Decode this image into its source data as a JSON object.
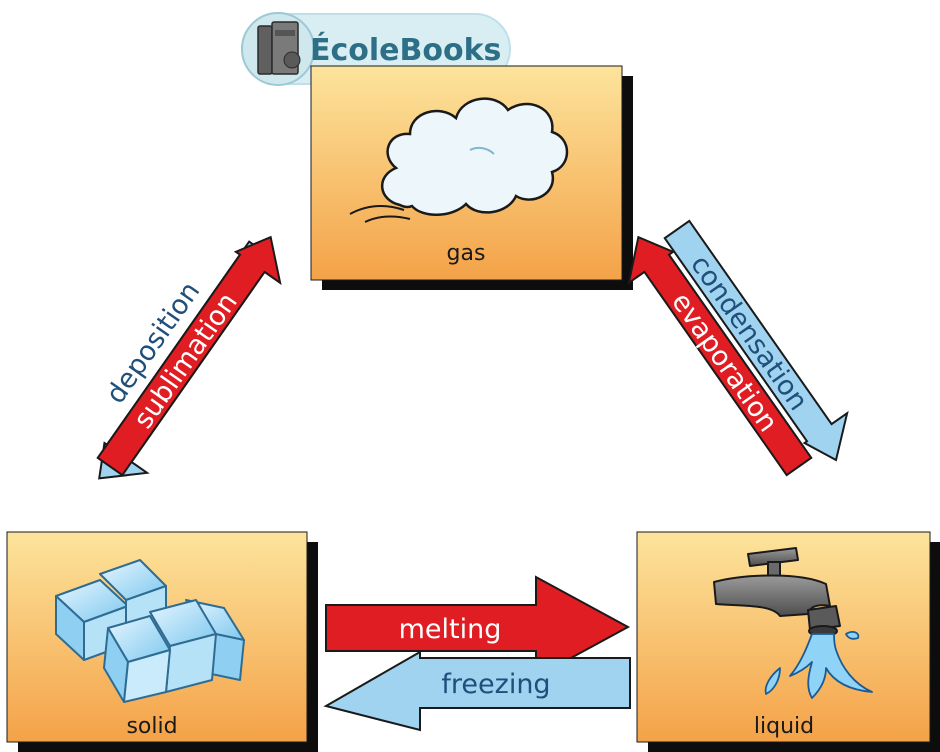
{
  "logo": {
    "text": "ÉcoleBooks"
  },
  "states": {
    "gas": {
      "label": "gas"
    },
    "solid": {
      "label": "solid"
    },
    "liquid": {
      "label": "liquid"
    }
  },
  "processes": {
    "deposition": {
      "label": "deposition"
    },
    "sublimation": {
      "label": "sublimation"
    },
    "condensation": {
      "label": "condensation"
    },
    "evaporation": {
      "label": "evaporation"
    },
    "melting": {
      "label": "melting"
    },
    "freezing": {
      "label": "freezing"
    }
  },
  "colors": {
    "card_top": "#fce49c",
    "card_bottom": "#f4a248",
    "arrow_blue": "#9fd3f0",
    "arrow_red": "#e01d22",
    "shadow": "#111111",
    "label_blue_text": "#1f4f7a",
    "label_red_text": "#ffffff"
  }
}
